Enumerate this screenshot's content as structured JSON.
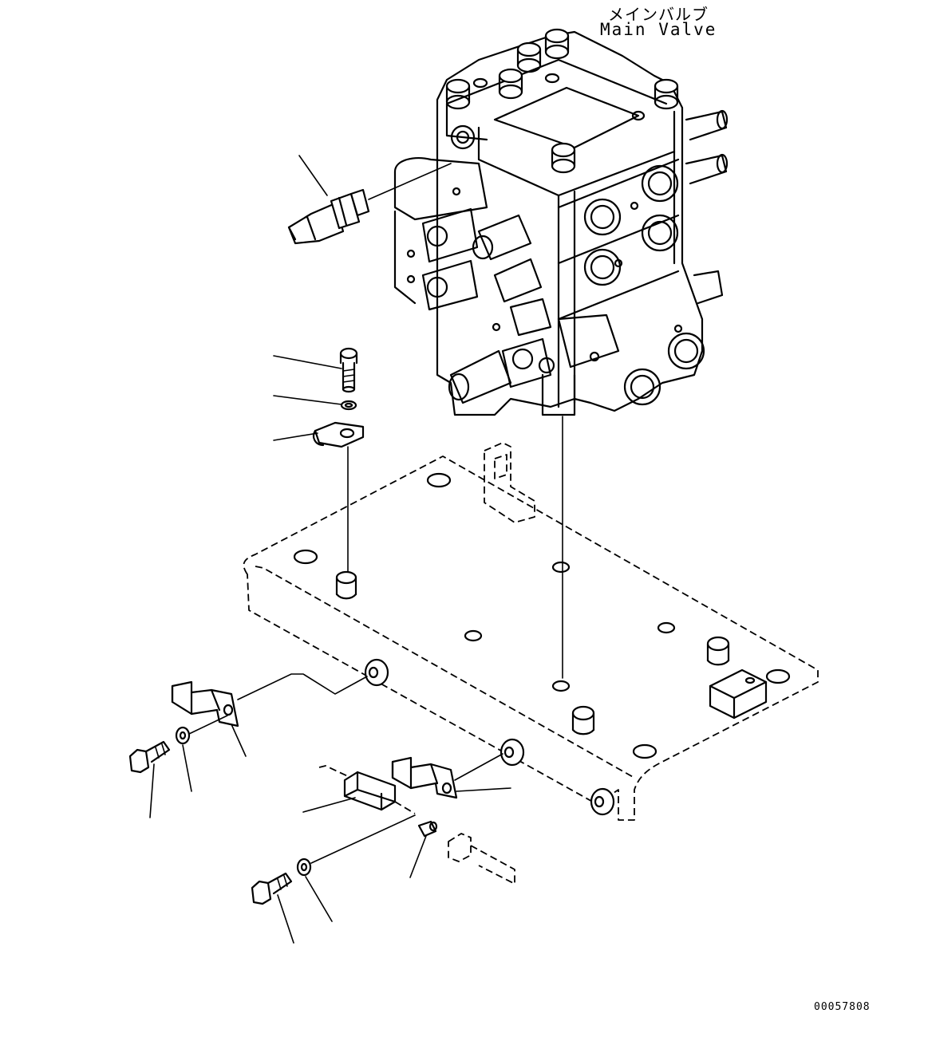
{
  "callout": {
    "name_ja": "メインバルブ",
    "name_en": "Main Valve"
  },
  "drawing_number": "00057808"
}
